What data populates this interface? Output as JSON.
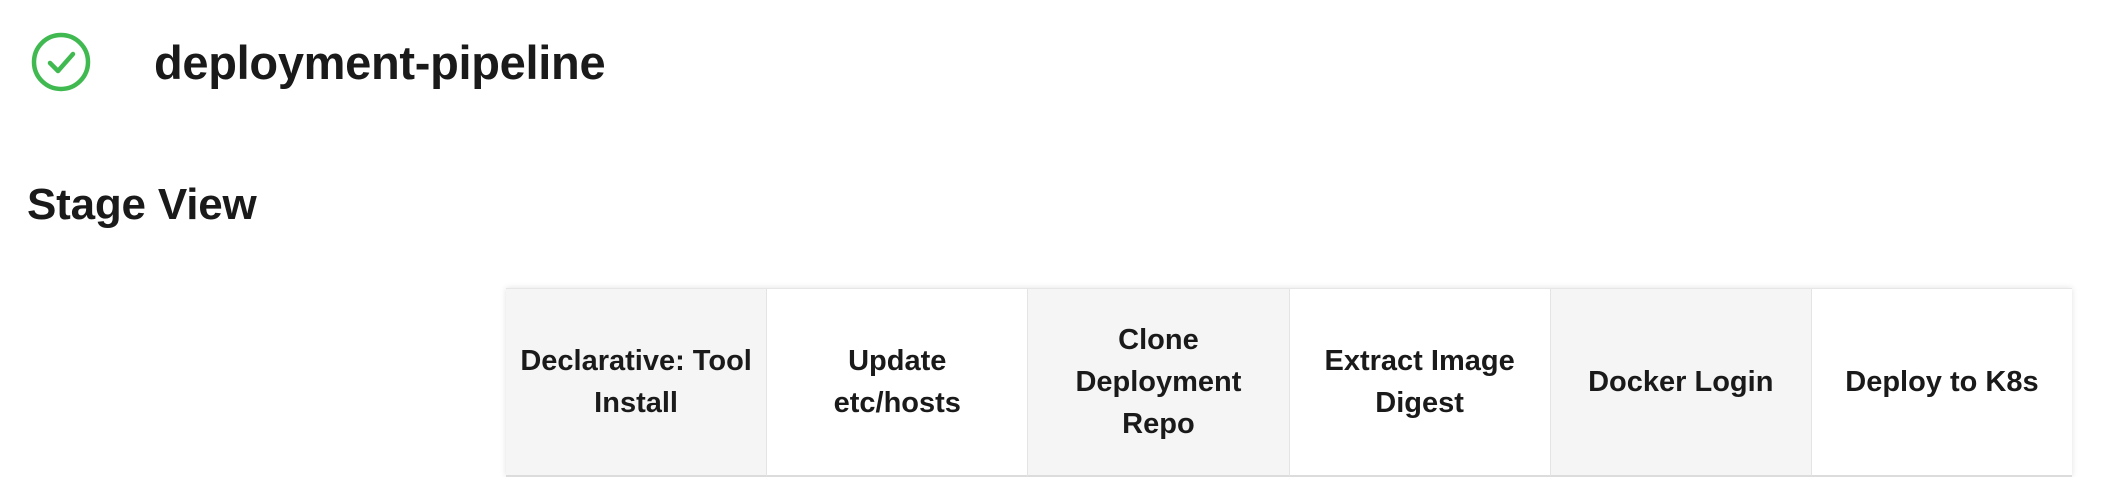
{
  "job": {
    "title": "deployment-pipeline",
    "status_icon": "check-circle-icon",
    "status_color": "#3fb950"
  },
  "stage_view": {
    "title": "Stage View",
    "columns": [
      {
        "label": "Declarative: Tool Install"
      },
      {
        "label": "Update etc/hosts"
      },
      {
        "label": "Clone Deployment Repo"
      },
      {
        "label": "Extract Image Digest"
      },
      {
        "label": "Docker Login"
      },
      {
        "label": "Deploy to K8s"
      }
    ]
  },
  "colors": {
    "header_shaded": "#f5f5f5",
    "header_plain": "#ffffff",
    "text": "#1a1a1a"
  }
}
